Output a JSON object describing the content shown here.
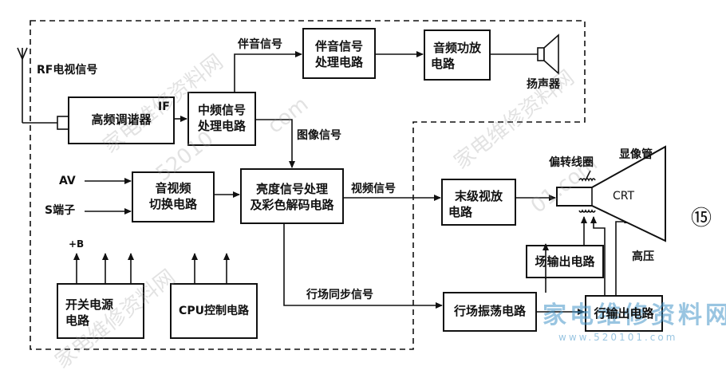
{
  "figure_number": "⑮",
  "signals": {
    "rf_tv": "RF电视信号",
    "if": "IF",
    "sound_carrier": "伴音信号",
    "image": "图像信号",
    "video": "视频信号",
    "line_field_sync": "行场同步信号",
    "av": "AV",
    "s_terminal": "S端子",
    "plus_b": "+B",
    "high_voltage": "高压"
  },
  "blocks": {
    "tuner": "高频调谐器",
    "if_proc_1": "中频信号",
    "if_proc_2": "处理电路",
    "sound_proc_1": "伴音信号",
    "sound_proc_2": "处理电路",
    "audio_amp_1": "音频功放",
    "audio_amp_2": "电路",
    "av_switch_1": "音视频",
    "av_switch_2": "切换电路",
    "luma_1": "亮度信号处理",
    "luma_2": "及彩色解码电路",
    "final_video_1": "末级视放",
    "final_video_2": "电路",
    "field_output": "场输出电路",
    "line_osc": "行场振荡电路",
    "line_output": "行输出电路",
    "power_1": "开关电源",
    "power_2": "电路",
    "cpu": "CPU控制电路"
  },
  "components": {
    "speaker": "扬声器",
    "deflection_yoke": "偏转线圈",
    "crt_tube": "显像管",
    "crt": "CRT"
  },
  "watermarks": {
    "site_cn": "家电维修资料网",
    "site_name": "家电维修资料网",
    "domain_fragment": "52010",
    "domain_fragment2": "01.com",
    "domain_fragment3": "com",
    "url": "www.520101.com"
  }
}
